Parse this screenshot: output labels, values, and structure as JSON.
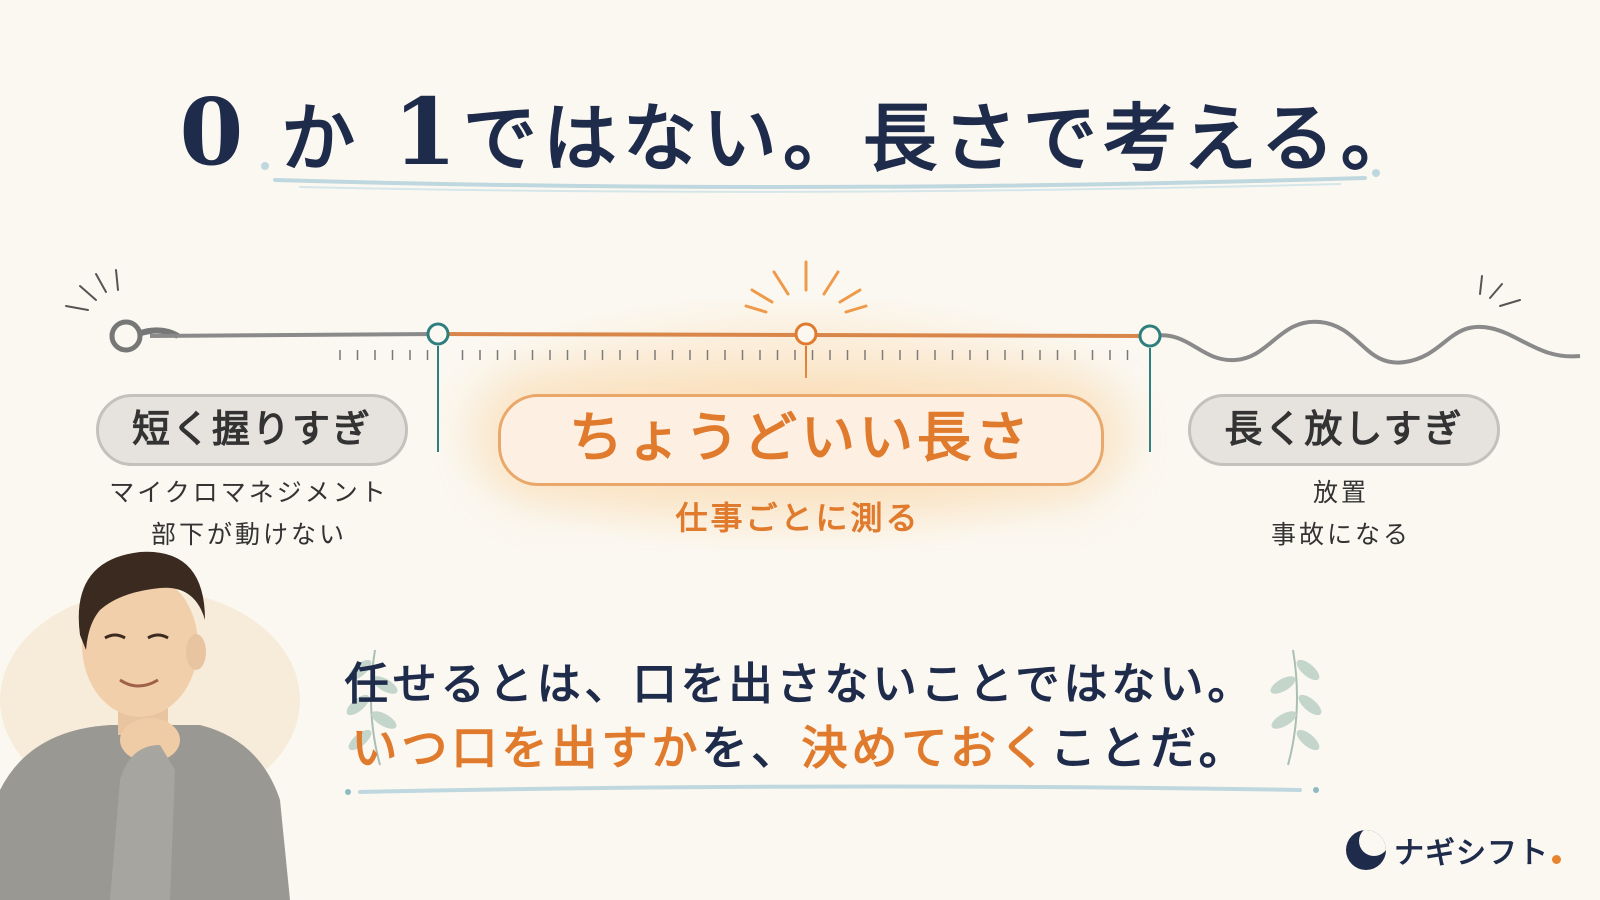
{
  "title": {
    "num0": "0",
    "part1": "か",
    "num1": "1",
    "part2": "ではない。長さで考える。"
  },
  "scale": {
    "left": {
      "label": "短く握りすぎ",
      "sub1": "マイクロマネジメント",
      "sub2": "部下が動けない"
    },
    "center": {
      "label": "ちょうどいい長さ",
      "sub": "仕事ごとに測る"
    },
    "right": {
      "label": "長く放しすぎ",
      "sub1": "放置",
      "sub2": "事故になる"
    }
  },
  "message": {
    "line1": "任せるとは、口を出さないことではない。",
    "line2_a": "いつ口を出すか",
    "line2_b": "を、",
    "line2_c": "決めておく",
    "line2_d": "ことだ。"
  },
  "logo": {
    "text": "ナギシフト"
  },
  "colors": {
    "navy": "#1e2b4a",
    "orange": "#e07a2d",
    "teal": "#2f7e7e",
    "rope": "#8a8a8a"
  }
}
